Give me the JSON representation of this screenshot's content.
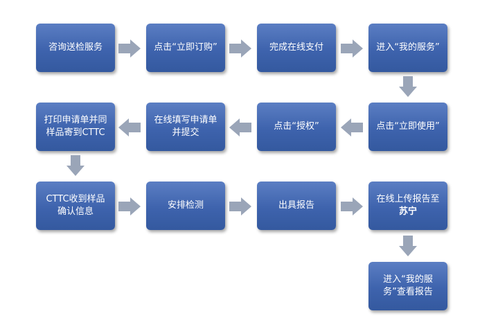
{
  "diagram": {
    "steps": [
      {
        "id": "s1",
        "text": "咨询送检服务"
      },
      {
        "id": "s2",
        "text": "点击“立即订购”"
      },
      {
        "id": "s3",
        "text": "完成在线支付"
      },
      {
        "id": "s4",
        "text": "进入“我的服务”"
      },
      {
        "id": "s5",
        "text": "点击“立即使用”"
      },
      {
        "id": "s6",
        "text": "点击“授权”"
      },
      {
        "id": "s7",
        "text": "在线填写申请单并提交"
      },
      {
        "id": "s8",
        "text": "打印申请单并同样品寄到CTTC"
      },
      {
        "id": "s9",
        "text": "CTTC收到样品确认信息"
      },
      {
        "id": "s10",
        "text": "安排检测"
      },
      {
        "id": "s11",
        "text": "出具报告"
      },
      {
        "id": "s12",
        "text": "在线上传报告至",
        "bold_tail": "苏宁"
      },
      {
        "id": "s13",
        "text": "进入“我的服务”查看报告"
      }
    ],
    "colors": {
      "box": "#3f64ad",
      "arrow": "#9aa5b8",
      "text": "#ffffff"
    }
  }
}
